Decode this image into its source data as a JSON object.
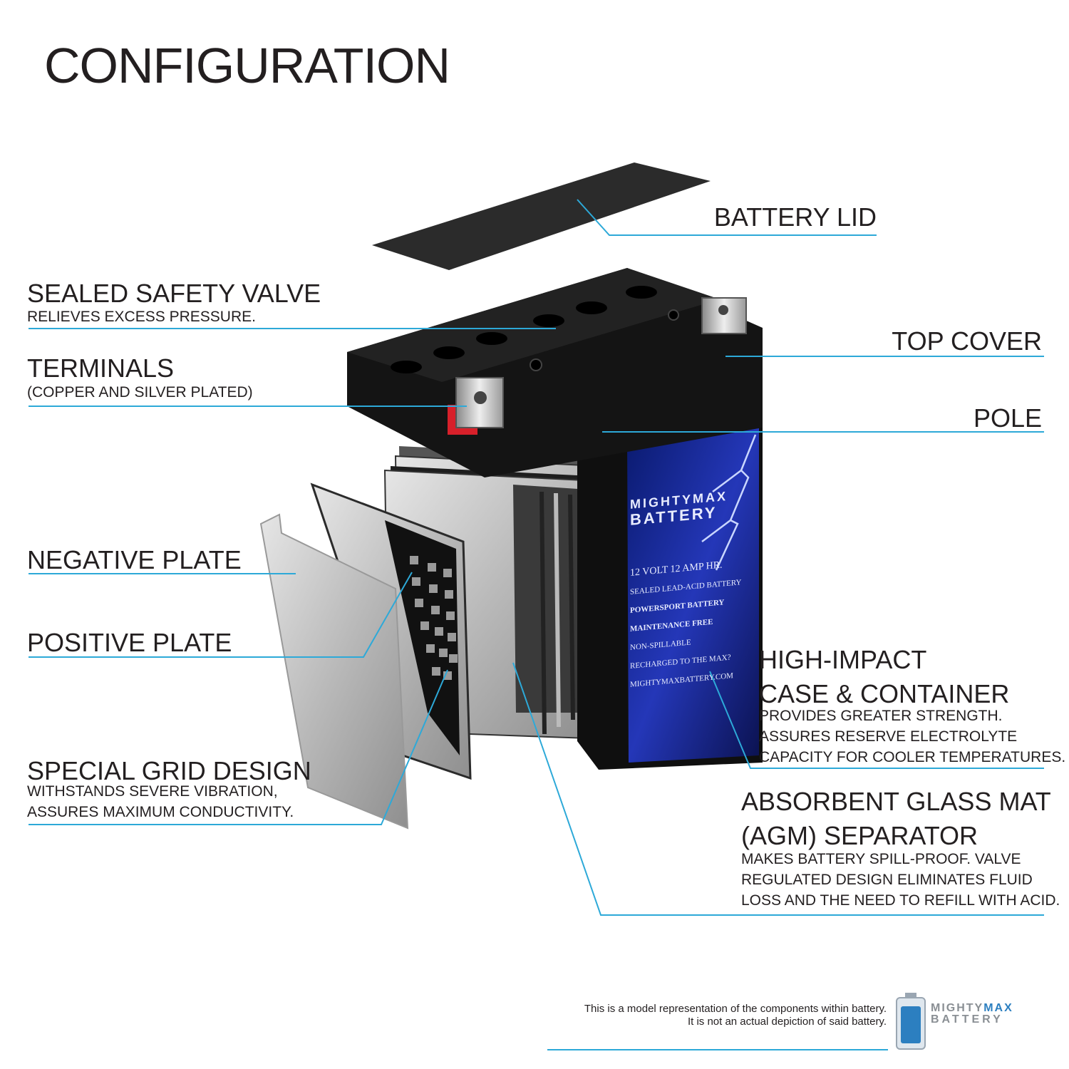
{
  "title": "CONFIGURATION",
  "labels": {
    "battery_lid": "BATTERY LID",
    "sealed_safety_valve": {
      "title": "SEALED SAFETY VALVE",
      "desc": "RELIEVES EXCESS PRESSURE."
    },
    "terminals": {
      "title": "TERMINALS",
      "desc": "(COPPER AND SILVER PLATED)"
    },
    "top_cover": "TOP COVER",
    "pole": "POLE",
    "negative_plate": "NEGATIVE PLATE",
    "positive_plate": "POSITIVE PLATE",
    "special_grid": {
      "title": "SPECIAL GRID DESIGN",
      "desc": [
        "WITHSTANDS SEVERE VIBRATION,",
        "ASSURES MAXIMUM CONDUCTIVITY."
      ]
    },
    "case": {
      "title": [
        "HIGH-IMPACT",
        "CASE & CONTAINER"
      ],
      "desc": [
        "PROVIDES GREATER STRENGTH.",
        "ASSURES RESERVE ELECTROLYTE",
        "CAPACITY FOR COOLER TEMPERATURES."
      ]
    },
    "agm": {
      "title": [
        "ABSORBENT GLASS MAT",
        "(AGM) SEPARATOR"
      ],
      "desc": [
        "MAKES BATTERY SPILL-PROOF. VALVE",
        "REGULATED DESIGN ELIMINATES FLUID",
        "LOSS AND THE NEED TO REFILL WITH ACID."
      ]
    }
  },
  "battery_label": {
    "brand": [
      "MIGHTYMAX",
      "BATTERY"
    ],
    "lines": [
      "12 VOLT 12 AMP HR.",
      "SEALED LEAD-ACID BATTERY",
      "POWERSPORT BATTERY",
      "MAINTENANCE FREE",
      "NON-SPILLABLE",
      "RECHARGED TO THE MAX?",
      "MIGHTYMAXBATTERY.COM"
    ]
  },
  "footer": {
    "note": [
      "This is a model representation of the components within battery.",
      "It is not an actual depiction of said battery."
    ],
    "logo": {
      "brand_a": "MIGHTY",
      "brand_b": "MAX",
      "brand_c": "BATTERY"
    }
  },
  "colors": {
    "leader": "#2da9d8",
    "text": "#231f20",
    "case": "#0f0f0f",
    "label_blue": "#1b2c9a",
    "terminal_red": "#d8202a"
  }
}
